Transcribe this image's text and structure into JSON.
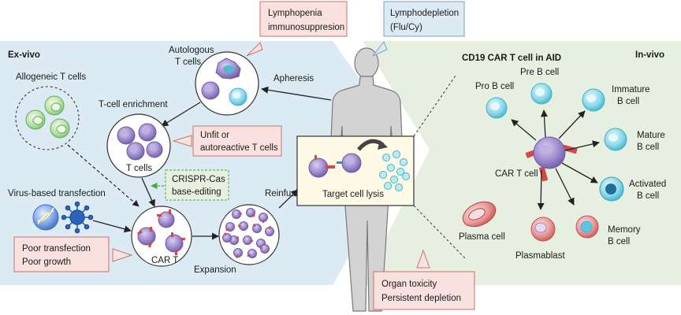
{
  "regions": {
    "ex_vivo": "Ex-vivo",
    "in_vivo": "In-vivo",
    "in_vivo_title": "CD19 CAR T cell in AID"
  },
  "labels": {
    "allogeneic": "Allogeneic T cells",
    "autologous_1": "Autologous",
    "autologous_2": "T cells",
    "apheresis": "Apheresis",
    "enrichment": "T-cell enrichment",
    "t_cells": "T cells",
    "virus_transfection": "Virus-based transfection",
    "car_t": "CAR T",
    "expansion": "Expansion",
    "reinfusion": "Reinfusion",
    "target_lysis": "Target cell lysis",
    "car_t_cell": "CAR T cell"
  },
  "callouts": {
    "lymphopenia": [
      "Lymphopenia",
      "immunosuppresion"
    ],
    "lymphodepletion": [
      "Lymphodepletion",
      "(Flu/Cy)"
    ],
    "unfit": [
      "Unfit or",
      "autoreactive T cells"
    ],
    "crispr": [
      "CRISPR-Cas",
      "base-editing"
    ],
    "poor": [
      "Poor transfection",
      "Poor growth"
    ],
    "organ": [
      "Organ toxicity",
      "Persistent depletion"
    ]
  },
  "b_cells": {
    "pro_b": [
      "Pro B cell"
    ],
    "pre_b": [
      "Pre B cell"
    ],
    "immature_b": [
      "Immature",
      "B cell"
    ],
    "mature_b": [
      "Mature",
      "B cell"
    ],
    "activated_b": [
      "Activated",
      "B cell"
    ],
    "memory_b": [
      "Memory",
      "B cell"
    ],
    "plasmablast": [
      "Plasmablast"
    ],
    "plasma_cell": [
      "Plasma cell"
    ]
  },
  "colors": {
    "ex_vivo_bg": "#dcebf3",
    "in_vivo_bg": "#e7f0e0",
    "callout_fill": "#f8e1df",
    "callout_stroke": "#c9726c",
    "car_t_purple": "#8f7cc0",
    "receptor_red": "#d44848",
    "b_cell_cyan": "#5ec6dc",
    "plasma_red": "#d65656",
    "allogeneic_green": "#9fd89a"
  }
}
